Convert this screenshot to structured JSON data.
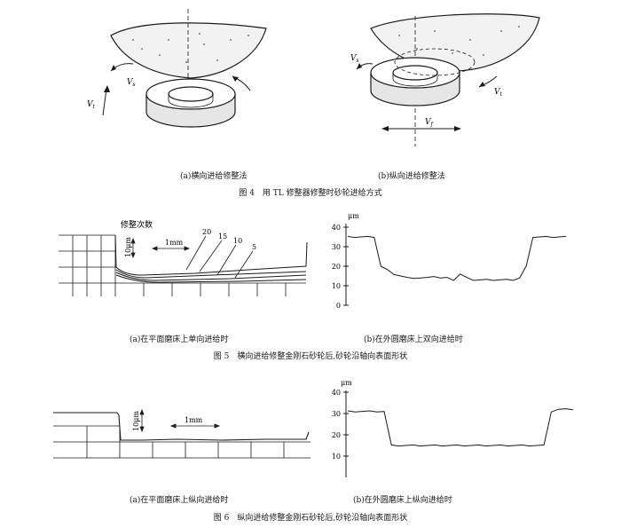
{
  "fig4": {
    "caption_a": "(a)横向进给修整法",
    "caption_b": "(b)纵向进给修整法",
    "title": "图 4　用 TL 修整器修整时砂轮进给方式",
    "labels": {
      "vs": "V",
      "vs_sub": "s",
      "vt": "V",
      "vt_sub": "t",
      "vf": "V",
      "vf_sub": "f"
    }
  },
  "fig5": {
    "left": {
      "heading": "修整次数",
      "scale_v": "10μm",
      "scale_h": "1mm",
      "pass_labels": [
        "20",
        "15",
        "10",
        "5"
      ]
    },
    "caption_a": "(a)在平面磨床上单向进给时",
    "caption_b": "(b)在外圆磨床上双向进给时",
    "title": "图 5　横向进给修整金刚石砂轮后,砂轮沿轴向表面形状",
    "chart_data": {
      "type": "line",
      "ylabel": "μm",
      "yticks": [
        "40",
        "30",
        "20",
        "10",
        "0"
      ],
      "ylim": [
        0,
        40
      ],
      "series": [
        {
          "values": [
            35,
            35,
            35,
            35,
            35,
            20,
            18,
            16,
            15,
            14,
            14,
            14,
            14,
            15,
            14,
            14,
            13,
            16,
            14,
            13,
            13,
            13,
            13,
            13,
            13,
            13,
            14,
            20,
            35,
            35,
            35,
            35,
            35,
            35
          ]
        }
      ]
    }
  },
  "fig6": {
    "left": {
      "scale_v": "10μm",
      "scale_h": "1mm"
    },
    "caption_a": "(a)在平面磨床上纵向进给时",
    "caption_b": "(b)在外圆磨床上纵向进给时",
    "title": "图 6　纵向进给修整金刚石砂轮后,砂轮沿轴向表面形状",
    "chart_data": {
      "type": "line",
      "ylabel": "μm",
      "yticks": [
        "40",
        "30",
        "20",
        "10"
      ],
      "ylim": [
        0,
        40
      ],
      "series": [
        {
          "values": [
            31,
            31,
            31,
            31,
            31,
            31,
            15,
            15,
            15,
            15,
            15,
            15,
            15,
            15,
            15,
            15,
            15,
            15,
            15,
            15,
            15,
            15,
            15,
            15,
            15,
            15,
            15,
            15,
            31,
            32,
            32,
            32
          ]
        }
      ]
    }
  }
}
